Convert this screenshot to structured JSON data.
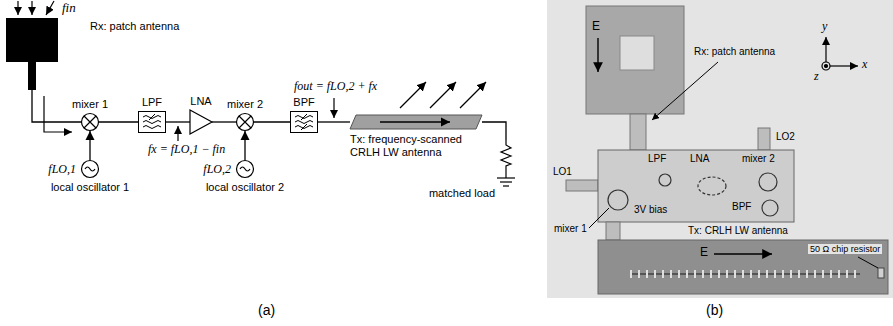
{
  "diagram": {
    "nodes": [
      {
        "text": [
          "Rx: patch antenna"
        ]
      },
      {
        "text": [
          "mixer 1"
        ]
      },
      {
        "text": [
          "LPF"
        ]
      },
      {
        "text": [
          "LNA"
        ]
      },
      {
        "text": [
          "mixer 2"
        ]
      },
      {
        "text": [
          "BPF"
        ]
      },
      {
        "text": [
          "Tx: frequency-scanned CRLH LW antenna"
        ]
      },
      {
        "text": [
          "matched load"
        ]
      },
      {
        "text": [
          "fLO,1",
          "local oscillator 1"
        ]
      },
      {
        "text": [
          "fLO,2",
          "local oscillator 2"
        ]
      }
    ],
    "edges": [
      {
        "from": 0,
        "to": 1,
        "arrow": "none"
      },
      {
        "from": 1,
        "to": 2,
        "arrow": "none"
      },
      {
        "from": 2,
        "to": 3,
        "arrow": "none"
      },
      {
        "from": 3,
        "to": 4,
        "arrow": "none"
      },
      {
        "from": 4,
        "to": 5,
        "arrow": "none"
      },
      {
        "from": 5,
        "to": 6,
        "arrow": "none"
      },
      {
        "from": 6,
        "to": 7,
        "arrow": "none"
      },
      {
        "from": 8,
        "to": 1,
        "arrow": "to"
      },
      {
        "from": 9,
        "to": 4,
        "arrow": "to"
      }
    ],
    "labels": [
      "fin",
      "fx = fLO,1 − fin",
      "fout = fLO,2 + fx",
      "(a)",
      "E",
      "Rx: patch antenna",
      "LPF",
      "LNA",
      "LO2",
      "LO1",
      "mixer 2",
      "BPF",
      "3V bias",
      "mixer 1",
      "Tx: CRLH LW antenna",
      "E",
      "50 Ω chip resistor",
      "y",
      "x",
      "z",
      "(b)"
    ]
  }
}
